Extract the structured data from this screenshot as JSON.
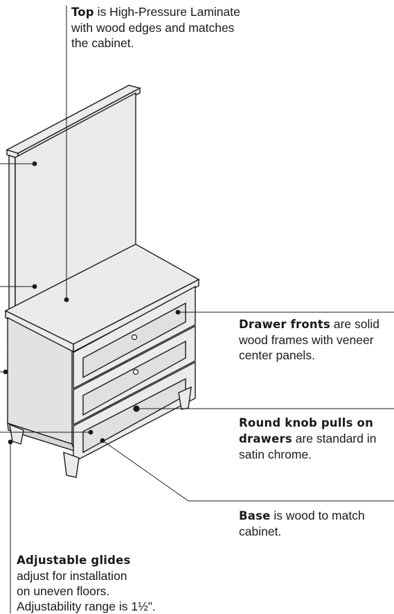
{
  "callouts": {
    "top": {
      "bold": "Top",
      "text": " is High-Pressure Laminate with wood edges and matches the cabinet."
    },
    "drawer_fronts": {
      "bold": "Drawer fronts",
      "text": " are solid wood frames with veneer center panels."
    },
    "knob": {
      "bold": "Round knob pulls on drawers",
      "text": " are standard in satin chrome."
    },
    "base": {
      "bold": "Base",
      "text": " is wood to match cabinet."
    },
    "glides": {
      "bold": "Adjustable glides",
      "line1": "adjust for installation",
      "line2": "on uneven floors.",
      "line3": "Adjustability range is 1½\"."
    }
  },
  "colors": {
    "panel_fill": "#ebebeb",
    "panel_shade": "#d6d6d6",
    "outline": "#1a1a1a"
  }
}
